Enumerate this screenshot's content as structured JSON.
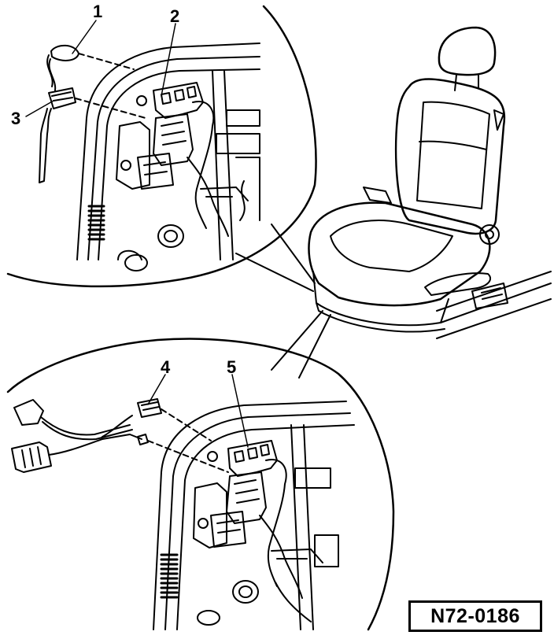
{
  "diagram": {
    "callouts": [
      {
        "id": "1",
        "label": "1"
      },
      {
        "id": "2",
        "label": "2"
      },
      {
        "id": "3",
        "label": "3"
      },
      {
        "id": "4",
        "label": "4"
      },
      {
        "id": "5",
        "label": "5"
      }
    ],
    "reference_code": "N72-0186",
    "line_color": "#000000",
    "background_color": "#ffffff"
  }
}
